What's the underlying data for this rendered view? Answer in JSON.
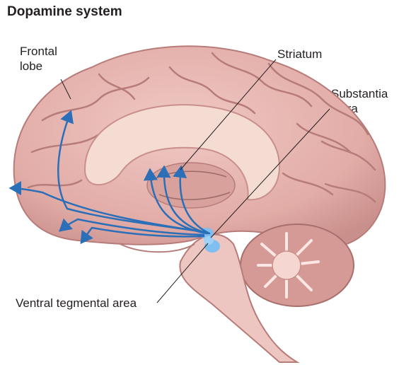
{
  "title": "Dopamine system",
  "labels": {
    "frontal_lobe": [
      "Frontal",
      "lobe"
    ],
    "striatum": "Striatum",
    "substantia_nigra": [
      "Substantia",
      "nigra"
    ],
    "ventral_tegmental_area": "Ventral tegmental area"
  },
  "colors": {
    "brain_fill": "#e7b8b3",
    "brain_shadow": "#c98f8b",
    "gyrus_line": "#b77c79",
    "pathway": "#2a6fb8",
    "nuclei": "#7fbff0",
    "callosum": "#f4dcd2",
    "cerebellum": "#d59a96"
  },
  "icons": [
    "brain-illustration",
    "dopamine-pathway-arrows"
  ]
}
